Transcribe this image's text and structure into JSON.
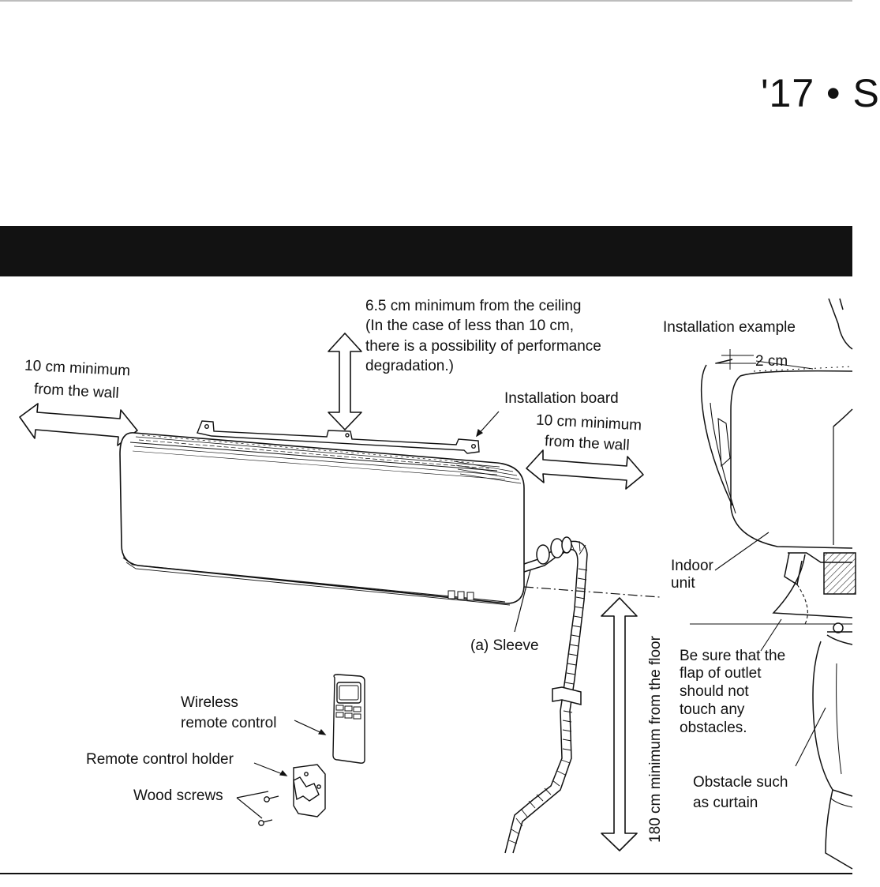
{
  "header": {
    "page_number": "'17 • S"
  },
  "labels": {
    "ceiling_clearance_line1": "6.5 cm minimum from the ceiling",
    "ceiling_clearance_line2": "(In the case of less than 10 cm,",
    "ceiling_clearance_line3": "there is a possibility of performance",
    "ceiling_clearance_line4": "degradation.)",
    "left_wall_line1": "10 cm minimum",
    "left_wall_line2": "from the wall",
    "installation_board": "Installation board",
    "right_wall_line1": "10 cm minimum",
    "right_wall_line2": "from the wall",
    "sleeve": "(a) Sleeve",
    "floor_clearance": "180 cm minimum from the floor",
    "wireless_line1": "Wireless",
    "wireless_line2": "remote control",
    "remote_holder": "Remote control holder",
    "wood_screws": "Wood screws",
    "installation_example": "Installation example",
    "gap_2cm": "2 cm",
    "indoor_unit_line1": "Indoor",
    "indoor_unit_line2": "unit",
    "flap_note_line1": "Be sure that the",
    "flap_note_line2": "flap of outlet",
    "flap_note_line3": "should not",
    "flap_note_line4": "touch any",
    "flap_note_line5": "obstacles.",
    "obstacle_line1": "Obstacle such",
    "obstacle_line2": "as curtain"
  },
  "colors": {
    "band": "#121212",
    "line": "#111111",
    "background": "#ffffff"
  }
}
